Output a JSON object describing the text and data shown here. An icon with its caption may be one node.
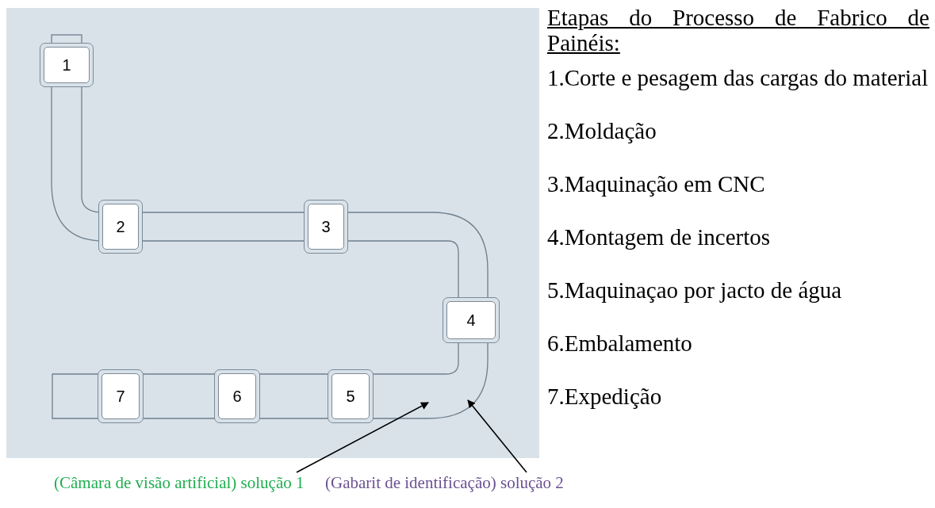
{
  "diagram": {
    "nodes": [
      {
        "text": [
          "1"
        ]
      },
      {
        "text": [
          "2"
        ]
      },
      {
        "text": [
          "3"
        ]
      },
      {
        "text": [
          "4"
        ]
      },
      {
        "text": [
          "5"
        ]
      },
      {
        "text": [
          "6"
        ]
      },
      {
        "text": [
          "7"
        ]
      },
      {
        "text": [
          "(Câmara de visão artificial) solução 1"
        ]
      },
      {
        "text": [
          "(Gabarit de identificação) solução 2"
        ]
      }
    ],
    "edges": [
      {
        "from": 7,
        "to": null,
        "arrow": "to"
      },
      {
        "from": 8,
        "to": null,
        "arrow": "to"
      }
    ],
    "labels": [
      "Etapas do Processo de Fabrico de Painéis:",
      "1.Corte e pesagem das cargas do material",
      "2.Moldação",
      "3.Maquinação em CNC",
      "4.Montagem de incertos",
      "5.Maquinaçao por jacto de água",
      "6.Embalamento",
      "7.Expedição"
    ]
  }
}
